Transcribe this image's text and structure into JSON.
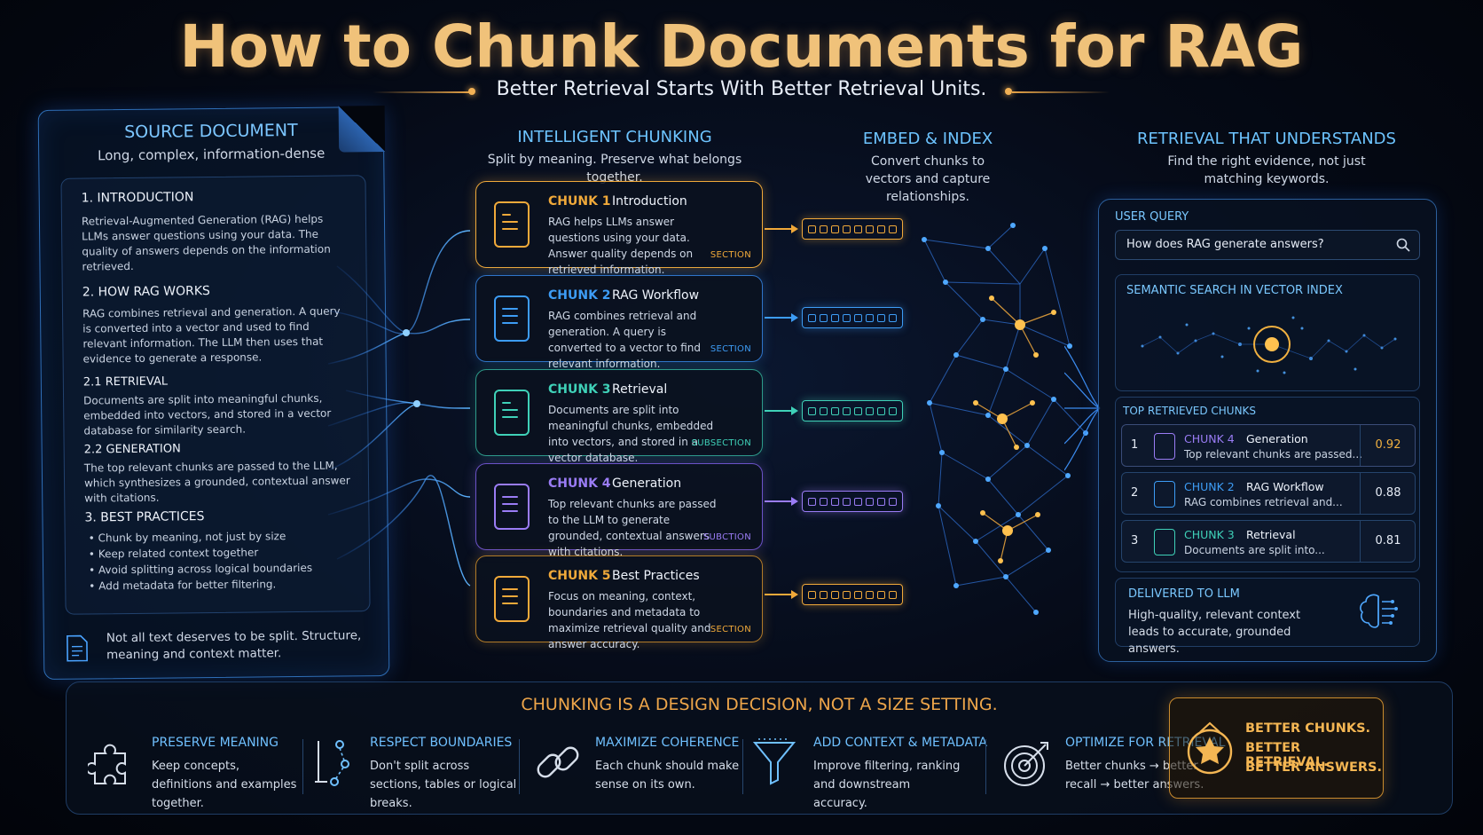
{
  "title": "How to Chunk Documents for RAG",
  "subtitle": "Better Retrieval Starts With Better Retrieval Units.",
  "source": {
    "title": "SOURCE DOCUMENT",
    "subtitle": "Long, complex, information-dense",
    "s1_h": "1. INTRODUCTION",
    "s1_p": "Retrieval-Augmented Generation (RAG) helps LLMs answer questions using your data. The quality of answers depends on the information retrieved.",
    "s2_h": "2. HOW RAG WORKS",
    "s2_p": "RAG combines retrieval and generation. A query is converted into a vector and used to find relevant information. The LLM then uses that evidence to generate a response.",
    "s21_h": "2.1 RETRIEVAL",
    "s21_p": "Documents are split into meaningful chunks, embedded into vectors, and stored in a vector database for similarity search.",
    "s22_h": "2.2 GENERATION",
    "s22_p": "The top relevant chunks are passed to the LLM, which synthesizes a grounded, contextual answer with citations.",
    "s3_h": "3. BEST PRACTICES",
    "bullets": [
      "Chunk by meaning, not just by size",
      "Keep related context together",
      "Avoid splitting across logical boundaries",
      "Add metadata for better filtering."
    ],
    "foot": "Not all text deserves to be split. Structure, meaning and context matter."
  },
  "chunking": {
    "title": "INTELLIGENT CHUNKING",
    "subtitle": "Split by meaning. Preserve what belongs together.",
    "chunks": [
      {
        "label": "CHUNK 1",
        "name": "Introduction",
        "text": "RAG helps LLMs answer questions using your data. Answer quality depends on retrieved information.",
        "tag": "SECTION",
        "color": "#f0a93a"
      },
      {
        "label": "CHUNK 2",
        "name": "RAG Workflow",
        "text": "RAG combines retrieval and generation. A query is converted to a vector to find relevant information.",
        "tag": "SECTION",
        "color": "#3d9cf5"
      },
      {
        "label": "CHUNK 3",
        "name": "Retrieval",
        "text": "Documents are split into meaningful chunks, embedded into vectors, and stored in a vector database.",
        "tag": "SUBSECTION",
        "color": "#3fd1b8"
      },
      {
        "label": "CHUNK 4",
        "name": "Generation",
        "text": "Top relevant chunks are passed to the LLM to generate grounded, contextual answers with citations.",
        "tag": "SUBCTION",
        "color": "#9a7cf5"
      },
      {
        "label": "CHUNK 5",
        "name": "Best Practices",
        "text": "Focus on meaning, context, boundaries and metadata to maximize retrieval quality and answer accuracy.",
        "tag": "SECTION",
        "color": "#f0a93a"
      }
    ]
  },
  "embed": {
    "title": "EMBED & INDEX",
    "subtitle": "Convert chunks to vectors and capture relationships."
  },
  "retrieval": {
    "title": "RETRIEVAL THAT UNDERSTANDS",
    "subtitle": "Find the right evidence, not just matching keywords.",
    "query_label": "USER QUERY",
    "query": "How does RAG generate answers?",
    "semantic_label": "SEMANTIC SEARCH IN VECTOR INDEX",
    "top_label": "TOP RETRIEVED CHUNKS",
    "rows": [
      {
        "rank": "1",
        "label": "CHUNK 4",
        "name": "Generation",
        "text": "Top relevant chunks are passed...",
        "score": "0.92",
        "color": "#9a7cf5",
        "score_color": "#f0b040"
      },
      {
        "rank": "2",
        "label": "CHUNK 2",
        "name": "RAG Workflow",
        "text": "RAG combines retrieval and...",
        "score": "0.88",
        "color": "#3d9cf5",
        "score_color": "#e6ecf6"
      },
      {
        "rank": "3",
        "label": "CHUNK 3",
        "name": "Retrieval",
        "text": "Documents are split into...",
        "score": "0.81",
        "color": "#3fd1b8",
        "score_color": "#e6ecf6"
      }
    ],
    "delivered_label": "DELIVERED TO LLM",
    "delivered_text": "High-quality, relevant context leads to accurate, grounded answers."
  },
  "bottom": {
    "headline": "CHUNKING IS A DESIGN DECISION, NOT A SIZE SETTING.",
    "items": [
      {
        "title": "PRESERVE MEANING",
        "text": "Keep concepts, definitions and examples together.",
        "icon": "puzzle-icon"
      },
      {
        "title": "RESPECT BOUNDARIES",
        "text": "Don't split across sections, tables or logical breaks.",
        "icon": "boundary-icon"
      },
      {
        "title": "MAXIMIZE COHERENCE",
        "text": "Each chunk should make sense on its own.",
        "icon": "link-icon"
      },
      {
        "title": "ADD CONTEXT & METADATA",
        "text": "Improve filtering, ranking and downstream accuracy.",
        "icon": "filter-icon"
      },
      {
        "title": "OPTIMIZE FOR RETRIEVAL",
        "text": "Better chunks → better recall → better answers.",
        "icon": "target-icon"
      }
    ],
    "best": [
      "BETTER CHUNKS.",
      "BETTER RETRIEVAL.",
      "BETTER ANSWERS."
    ]
  }
}
